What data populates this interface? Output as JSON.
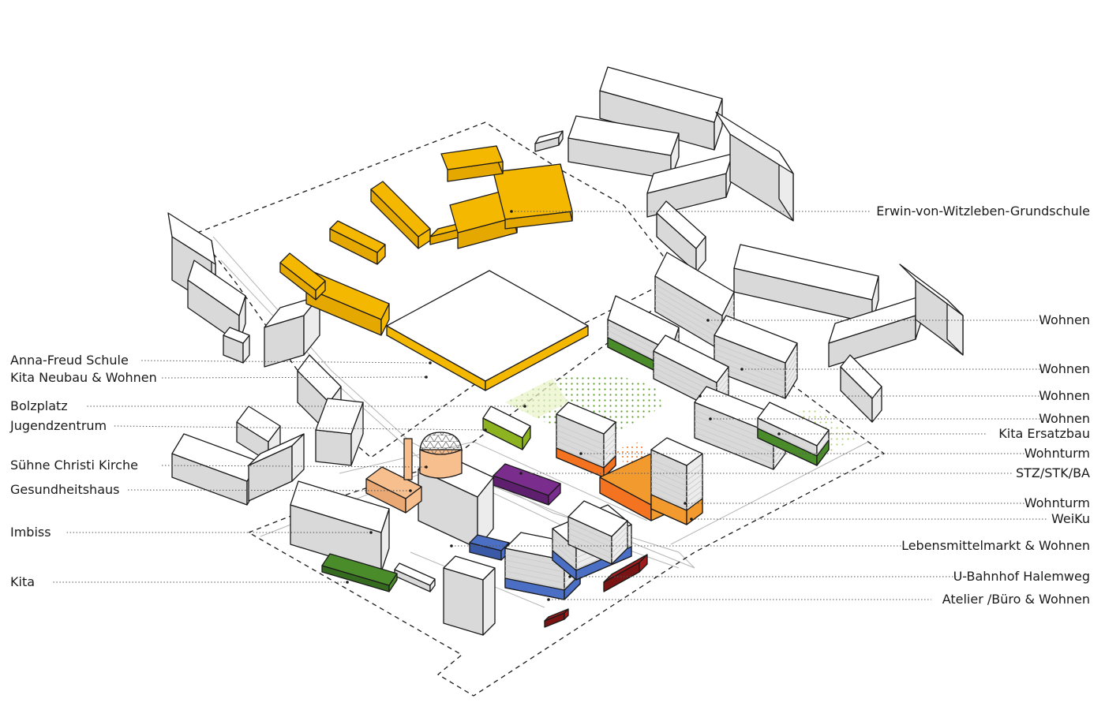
{
  "colors": {
    "school": "#F5B800",
    "housing_green": "#4A8C2A",
    "olive": "#8DB321",
    "purple": "#7B2D8E",
    "orange": "#F37321",
    "orange_light": "#F29A2E",
    "blue": "#4A6FC4",
    "red": "#A01C1C",
    "church": "#F7BE8E",
    "neutral_top": "#ffffff",
    "neutral_side": "#ececec",
    "neutral_front": "#d9d9d9"
  },
  "labels_left": [
    "Anna-Freud Schule",
    "Kita Neubau & Wohnen",
    "Bolzplatz",
    "Jugendzentrum",
    "Sühne Christi Kirche",
    "Gesundheitshaus",
    "Imbiss",
    "Kita"
  ],
  "labels_right": [
    "Erwin-von-Witzleben-Grundschule",
    "Wohnen",
    "Wohnen",
    "Wohnen",
    "Wohnen",
    "Kita Ersatzbau",
    "Wohnturm",
    "STZ/STK/BA",
    "Wohnturm",
    "WeiKu",
    "Lebensmittelmarkt & Wohnen",
    "U-Bahnhof Halemweg",
    "Atelier /Büro & Wohnen"
  ]
}
